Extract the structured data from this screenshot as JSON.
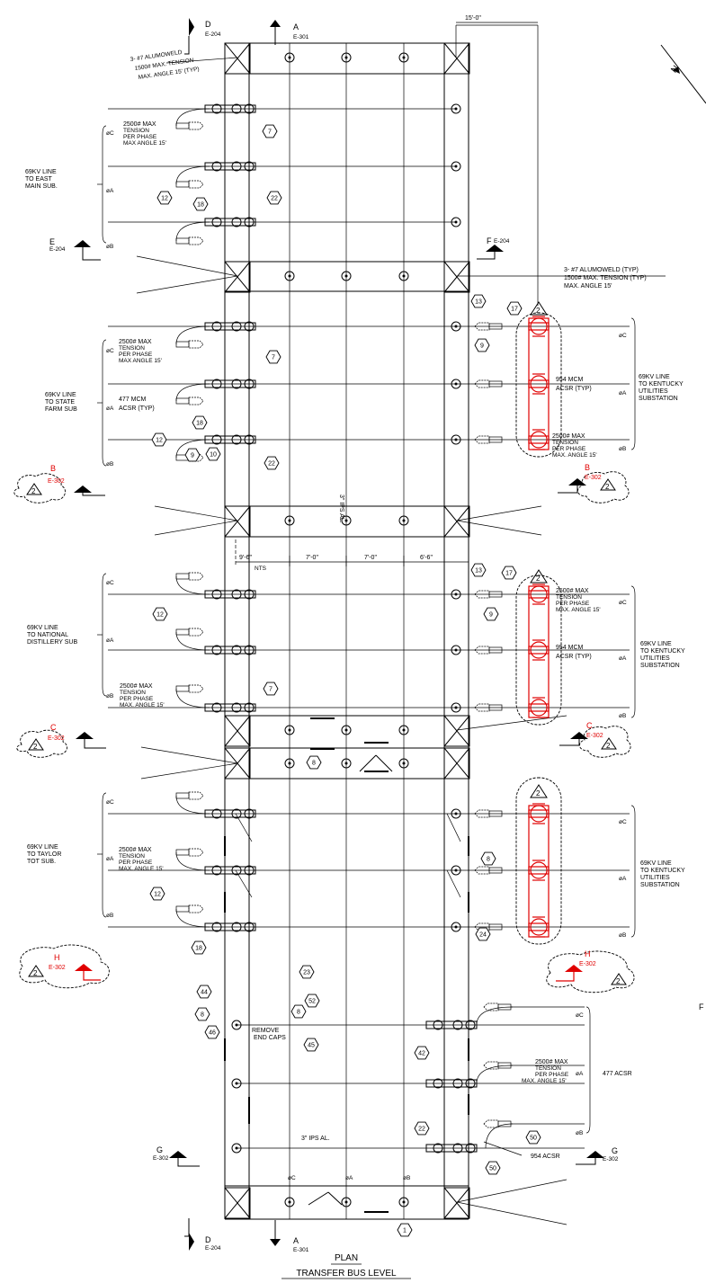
{
  "title": "PLAN",
  "subtitle": "TRANSFER BUS LEVEL",
  "sections": {
    "top_left_d": "D",
    "top_left_d_ref": "E-204",
    "top_a": "A",
    "top_a_ref": "E-301",
    "e_left": "E",
    "e_left_ref": "E-204",
    "f_right": "F",
    "f_right_ref": "E-204",
    "b_left": "B",
    "b_left_ref": "E-302",
    "b_right": "B",
    "b_right_ref": "E-302",
    "c_left": "C",
    "c_left_ref": "E-302",
    "c_right": "C",
    "c_right_ref": "E-302",
    "h_left": "H",
    "h_left_ref": "E-302",
    "h_right": "H",
    "h_right_ref": "E-302",
    "g_left": "G",
    "g_left_ref": "E-302",
    "g_right": "G",
    "g_right_ref": "E-302",
    "bot_d": "D",
    "bot_d_ref": "E-204",
    "bot_a": "A",
    "bot_a_ref": "E-301"
  },
  "notes": {
    "alumoweld_top_1": "3- #7 ALUMOWELD",
    "alumoweld_top_2": "1500# MAX. TENSION",
    "alumoweld_top_3": "MAX. ANGLE 15' (TYP)",
    "alumoweld_right_1": "3- #7 ALUMOWELD (TYP)",
    "alumoweld_right_2": "1500# MAX. TENSION (TYP)",
    "alumoweld_right_3": "MAX. ANGLE 15'",
    "dim_15": "15'-0\"",
    "tension_1": "2500# MAX",
    "tension_2": "TENSION",
    "tension_3": "PER PHASE",
    "tension_4": "MAX ANGLE 15'",
    "tension_4b": "MAX. ANGLE 15'",
    "mcm477_1": "477 MCM",
    "mcm477_2": "ACSR (TYP)",
    "mcm954_1": "954 MCM",
    "mcm954_2": "ACSR (TYP)",
    "ips": "3\" IPS AL.",
    "ips_bottom": "3\" IPS AL.",
    "remove_1": "REMOVE",
    "remove_2": "END CAPS",
    "acsr477": "477 ACSR",
    "acsr954": "954 ACSR",
    "nts": "NTS",
    "dim_a": "9'-6\"",
    "dim_b": "7'-0\"",
    "dim_c": "7'-0\"",
    "dim_d": "6'-6\"",
    "stray_f": "F",
    "north": "N"
  },
  "phases": {
    "c": "øC",
    "a": "øA",
    "b": "øB"
  },
  "lines": {
    "east_main_1": "69KV LINE",
    "east_main_2": "TO EAST",
    "east_main_3": "MAIN SUB.",
    "state_farm_1": "69KV LINE",
    "state_farm_2": "TO STATE",
    "state_farm_3": "FARM SUB",
    "national_1": "69KV LINE",
    "national_2": "TO NATIONAL",
    "national_3": "DISTILLERY SUB",
    "taylor_1": "69KV LINE",
    "taylor_2": "TO TAYLOR",
    "taylor_3": "TOT SUB.",
    "ku_1": "69KV LINE",
    "ku_2": "TO KENTUCKY",
    "ku_3": "UTILITIES",
    "ku_4": "SUBSTATION",
    "ku2_1": "69KV LINE",
    "ku2_2": "TO KENTUCKY",
    "ku2_3": "UTILITIES",
    "ku2_4": "SUBSTATION",
    "ku3_1": "69KV LINE",
    "ku3_2": "TO KENTUCKY",
    "ku3_3": "UTILITIES",
    "ku3_4": "SUBSTATION"
  },
  "tags": {
    "t7a": "7",
    "t12a": "12",
    "t18a": "18",
    "t22a": "22",
    "t13a": "13",
    "t17a": "17",
    "t9a": "9",
    "t7b": "7",
    "t18b": "18",
    "t12b": "12",
    "t9b": "9",
    "t10b": "10",
    "t22b": "22",
    "t13c": "13",
    "t17c": "17",
    "t9c": "9",
    "t12c": "12",
    "t7c": "7",
    "t8a": "8",
    "t8b": "8",
    "t12d": "12",
    "t18d": "18",
    "t24": "24",
    "t23": "23",
    "t52": "52",
    "t8c": "8",
    "t44": "44",
    "t8d": "8",
    "t46": "46",
    "t45": "45",
    "t42": "42",
    "t22e": "22",
    "t50a": "50",
    "t50b": "50",
    "t1": "1"
  },
  "revision": "2"
}
